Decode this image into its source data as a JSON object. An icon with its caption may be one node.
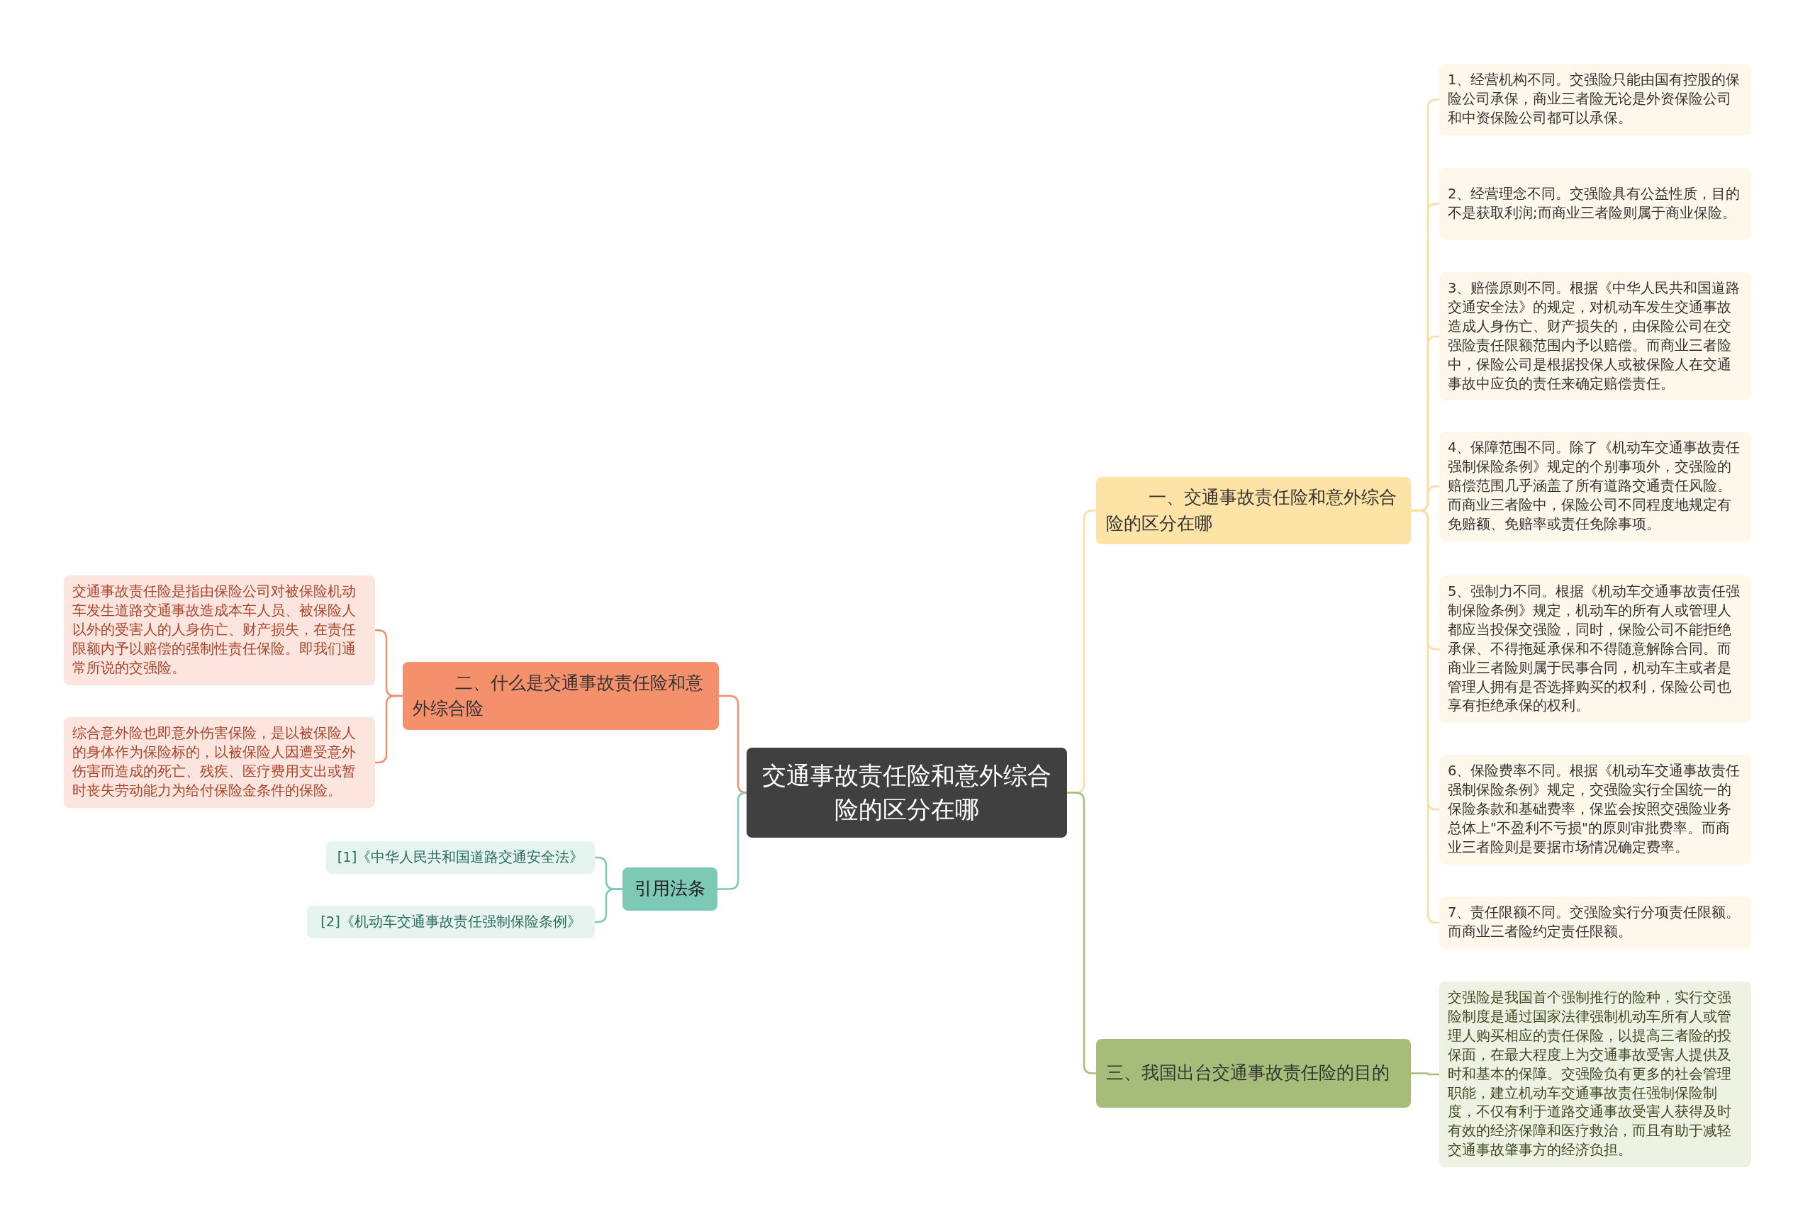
{
  "diagram": {
    "nodes": [
      {
        "text": [
          "交通事故责任险和意外综合险的区分在哪"
        ]
      },
      {
        "text": [
          "一、交通事故责任险和意外综合险的区分在哪"
        ]
      },
      {
        "text": [
          "1、经营机构不同。交强险只能由国有控股的保险公司承保，商业三者险无论是外资保险公司和中资保险公司都可以承保。"
        ]
      },
      {
        "text": [
          "2、经营理念不同。交强险具有公益性质，目的不是获取利润;而商业三者险则属于商业保险。"
        ]
      },
      {
        "text": [
          "3、赔偿原则不同。根据《中华人民共和国道路交通安全法》的规定，对机动车发生交通事故造成人身伤亡、财产损失的，由保险公司在交强险责任限额范围内予以赔偿。而商业三者险中，保险公司是根据投保人或被保险人在交通事故中应负的责任来确定赔偿责任。"
        ]
      },
      {
        "text": [
          "4、保障范围不同。除了《机动车交通事故责任强制保险条例》规定的个别事项外，交强险的赔偿范围几乎涵盖了所有道路交通责任风险。而商业三者险中，保险公司不同程度地规定有免赔额、免赔率或责任免除事项。"
        ]
      },
      {
        "text": [
          "5、强制力不同。根据《机动车交通事故责任强制保险条例》规定，机动车的所有人或管理人都应当投保交强险，同时，保险公司不能拒绝承保、不得拖延承保和不得随意解除合同。而商业三者险则属于民事合同，机动车主或者是管理人拥有是否选择购买的权利，保险公司也享有拒绝承保的权利。"
        ]
      },
      {
        "text": [
          "6、保险费率不同。根据《机动车交通事故责任强制保险条例》规定，交强险实行全国统一的保险条款和基础费率，保监会按照交强险业务总体上\"不盈利不亏损\"的原则审批费率。而商业三者险则是要据市场情况确定费率。"
        ]
      },
      {
        "text": [
          "7、责任限额不同。交强险实行分项责任限额。而商业三者险约定责任限额。"
        ]
      },
      {
        "text": [
          "三、我国出台交通事故责任险的目的"
        ]
      },
      {
        "text": [
          "交强险是我国首个强制推行的险种，实行交强险制度是通过国家法律强制机动车所有人或管理人购买相应的责任保险，以提高三者险的投保面，在最大程度上为交通事故受害人提供及时和基本的保障。交强险负有更多的社会管理职能，建立机动车交通事故责任强制保险制度，不仅有利于道路交通事故受害人获得及时有效的经济保障和医疗救治，而且有助于减轻交通事故肇事方的经济负担。"
        ]
      },
      {
        "text": [
          "二、什么是交通事故责任险和意外综合险"
        ]
      },
      {
        "text": [
          "交通事故责任险是指由保险公司对被保险机动车发生道路交通事故造成本车人员、被保险人以外的受害人的人身伤亡、财产损失，在责任限额内予以赔偿的强制性责任保险。即我们通常所说的交强险。"
        ]
      },
      {
        "text": [
          "综合意外险也即意外伤害保险，是以被保险人的身体作为保险标的，以被保险人因遭受意外伤害而造成的死亡、残疾、医疗费用支出或暂时丧失劳动能力为给付保险金条件的保险。"
        ]
      },
      {
        "text": [
          "引用法条"
        ]
      },
      {
        "text": [
          "[1]《中华人民共和国道路交通安全法》"
        ]
      },
      {
        "text": [
          "[2]《机动车交通事故责任强制保险条例》"
        ]
      }
    ],
    "edges": [
      {
        "from": 0,
        "to": 1,
        "arrow": "none"
      },
      {
        "from": 1,
        "to": 2,
        "arrow": "none"
      },
      {
        "from": 1,
        "to": 3,
        "arrow": "none"
      },
      {
        "from": 1,
        "to": 4,
        "arrow": "none"
      },
      {
        "from": 1,
        "to": 5,
        "arrow": "none"
      },
      {
        "from": 1,
        "to": 6,
        "arrow": "none"
      },
      {
        "from": 1,
        "to": 7,
        "arrow": "none"
      },
      {
        "from": 1,
        "to": 8,
        "arrow": "none"
      },
      {
        "from": 0,
        "to": 9,
        "arrow": "none",
        "color": "#a5bd79"
      },
      {
        "from": 9,
        "to": 10,
        "arrow": "none",
        "color": "#a5bd79"
      },
      {
        "from": 0,
        "to": 11,
        "arrow": "none",
        "color": "#f0906e"
      },
      {
        "from": 11,
        "to": 12,
        "arrow": "none",
        "color": "#f0906e"
      },
      {
        "from": 11,
        "to": 13,
        "arrow": "none",
        "color": "#f0906e"
      },
      {
        "from": 0,
        "to": 14,
        "arrow": "none",
        "color": "#7ec8b6"
      },
      {
        "from": 14,
        "to": 15,
        "arrow": "none",
        "color": "#7ec8b6"
      },
      {
        "from": 14,
        "to": 16,
        "arrow": "none",
        "color": "#7ec8b6"
      }
    ]
  }
}
